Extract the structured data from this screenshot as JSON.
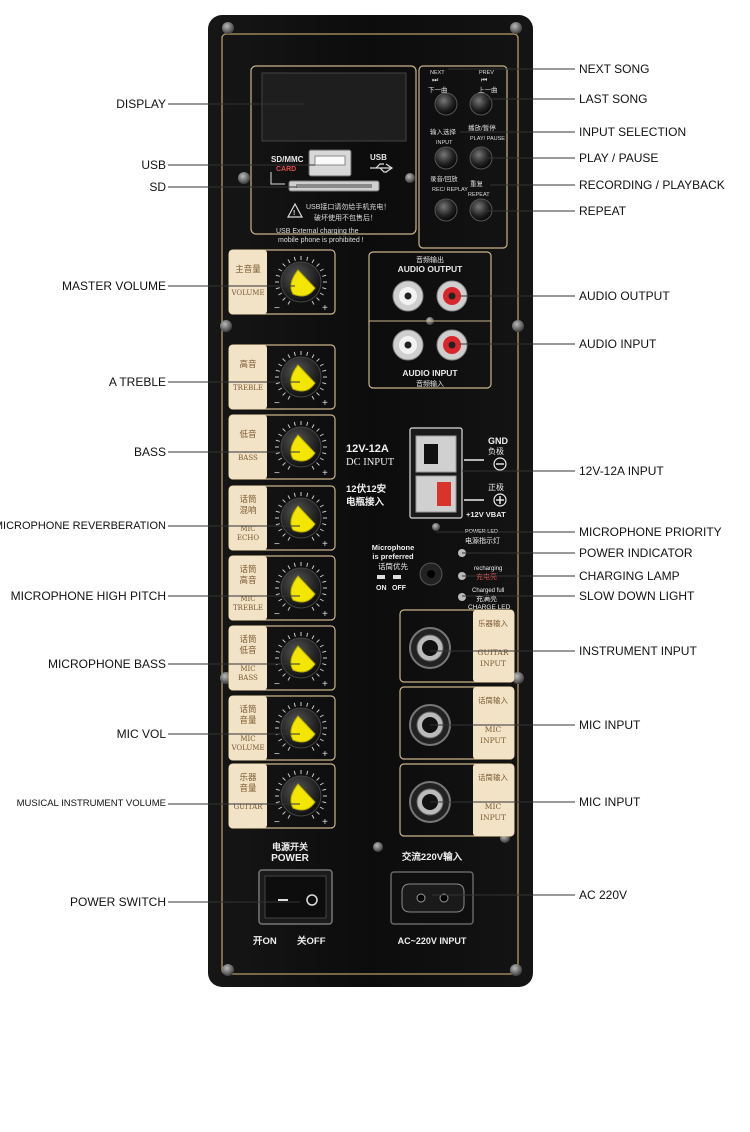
{
  "callouts": {
    "left": {
      "display": "DISPLAY",
      "usb": "USB",
      "sd": "SD",
      "master_volume": "MASTER VOLUME",
      "treble": "A TREBLE",
      "bass": "BASS",
      "mic_reverb": "MICROPHONE REVERBERATION",
      "mic_high": "MICROPHONE HIGH PITCH",
      "mic_bass": "MICROPHONE BASS",
      "mic_vol": "MIC VOL",
      "instrument_volume": "MUSICAL INSTRUMENT VOLUME",
      "power_switch": "POWER SWITCH"
    },
    "right": {
      "next_song": "NEXT SONG",
      "last_song": "LAST SONG",
      "input_selection": "INPUT SELECTION",
      "play_pause": "PLAY / PAUSE",
      "recording": "RECORDING / PLAYBACK",
      "repeat": "REPEAT",
      "audio_output": "AUDIO OUTPUT",
      "audio_input": "AUDIO INPUT",
      "dc_input": "12V-12A INPUT",
      "mic_priority": "MICROPHONE PRIORITY",
      "power_indicator": "POWER INDICATOR",
      "charging_lamp": "CHARGING LAMP",
      "slow_down": "SLOW DOWN LIGHT",
      "instrument_input": "INSTRUMENT INPUT",
      "mic_input_1": "MIC INPUT",
      "mic_input_2": "MIC INPUT",
      "ac_220v": "AC 220V"
    }
  },
  "panel": {
    "buttons": {
      "next_cn": "下一曲",
      "next_en": "NEXT",
      "prev_cn": "上一曲",
      "prev_en": "PREV",
      "input_cn": "输入选择",
      "input_en": "INPUT",
      "play_cn": "播放/暂停",
      "play_en": "PLAY/ PAUSE",
      "rec_cn": "录音/回放",
      "rec_en": "REC/ REPLAY",
      "repeat_cn": "重复",
      "repeat_en": "REPEAT"
    },
    "usb_section": {
      "sd_label": "SD/MMC",
      "card_label": "CARD",
      "usb_label": "USB",
      "warn_cn_1": "USB接口请勿给手机充电！",
      "warn_cn_2": "破坏使用不包售后！",
      "warn_en_1": "USB External charging the",
      "warn_en_2": "mobile phone is prohibited !"
    },
    "audio_output": {
      "cn": "音频输出",
      "en": "AUDIO OUTPUT"
    },
    "audio_input": {
      "cn": "音频输入",
      "en": "AUDIO INPUT"
    },
    "knobs": [
      {
        "cn1": "主音量",
        "cn2": "",
        "en1": "VOLUME",
        "en2": ""
      },
      {
        "cn1": "高音",
        "cn2": "",
        "en1": "TREBLE",
        "en2": ""
      },
      {
        "cn1": "低音",
        "cn2": "",
        "en1": "BASS",
        "en2": ""
      },
      {
        "cn1": "话筒",
        "cn2": "混响",
        "en1": "MIC",
        "en2": "ECHO"
      },
      {
        "cn1": "话筒",
        "cn2": "高音",
        "en1": "MIC",
        "en2": "TREBLE"
      },
      {
        "cn1": "话筒",
        "cn2": "低音",
        "en1": "MIC",
        "en2": "BASS"
      },
      {
        "cn1": "话筒",
        "cn2": "音量",
        "en1": "MIC",
        "en2": "VOLUME"
      },
      {
        "cn1": "乐器",
        "cn2": "音量",
        "en1": "GUITAR",
        "en2": ""
      }
    ],
    "knob_minus": "−",
    "knob_plus": "+",
    "dc": {
      "title": "12V-12A",
      "subtitle": "DC INPUT",
      "cn1": "12伏12安",
      "cn2": "电瓶接入",
      "gnd": "GND",
      "gnd_cn": "负极",
      "pos_cn": "正极",
      "vbat": "+12V VBAT"
    },
    "mic_pref": {
      "line1": "Microphone",
      "line2": "is preferred",
      "cn": "话筒优先",
      "on": "ON",
      "off": "OFF"
    },
    "leds": {
      "power_en": "POWER LED",
      "power_cn": "电源指示灯",
      "charge_en": "recharging",
      "charge_cn": "充电亮",
      "full_en": "Charged full",
      "full_cn": "充满亮",
      "charge_led": "CHARGE LED"
    },
    "jacks": [
      {
        "cn": "乐器输入",
        "en1": "GUITAR",
        "en2": "INPUT"
      },
      {
        "cn": "话筒输入",
        "en1": "MIC",
        "en2": "INPUT"
      },
      {
        "cn": "话筒输入",
        "en1": "MIC",
        "en2": "INPUT"
      }
    ],
    "power": {
      "cn": "电源开关",
      "en": "POWER",
      "on": "开ON",
      "off": "关OFF"
    },
    "ac": {
      "cn": "交流220V输入",
      "en": "AC~220V INPUT"
    }
  },
  "colors": {
    "panel": "#111111",
    "gold_line": "#b79b68",
    "label_bg": "#f2e2c6",
    "knob_yellow": "#f3e600",
    "rca_red": "#d8262c",
    "rca_white": "#eeeeee",
    "terminal_red": "#d9342b"
  }
}
